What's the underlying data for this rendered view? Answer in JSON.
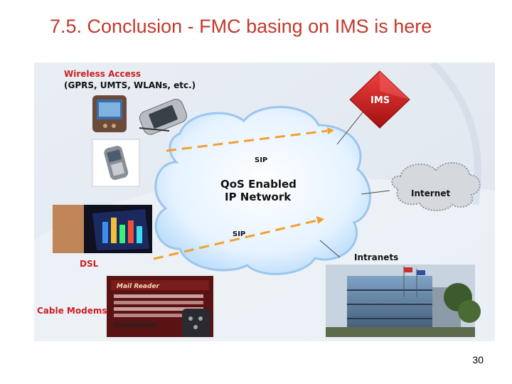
{
  "slide": {
    "title": "7.5. Conclusion - FMC basing on IMS is here",
    "page_number": "30"
  },
  "diagram": {
    "wireless_access_title": "Wireless Access",
    "wireless_access_sub": "(GPRS, UMTS, WLANs, etc.)",
    "ims_label": "IMS",
    "sip_top": "SIP",
    "sip_bottom": "SIP",
    "cloud_line1": "QoS Enabled",
    "cloud_line2": "IP Network",
    "internet_label": "Internet",
    "intranets_label": "Intranets",
    "dsl_label": "DSL",
    "cable_label": "Cable Modems",
    "mail_title": "Mail Reader",
    "colors": {
      "title": "#c0392b",
      "ims": "#d42020",
      "access_label": "#cc1f1f",
      "sip_line": "#f0a030",
      "cloud_fill": "#dbeeff",
      "cloud_stroke": "#9bc6ee"
    }
  }
}
